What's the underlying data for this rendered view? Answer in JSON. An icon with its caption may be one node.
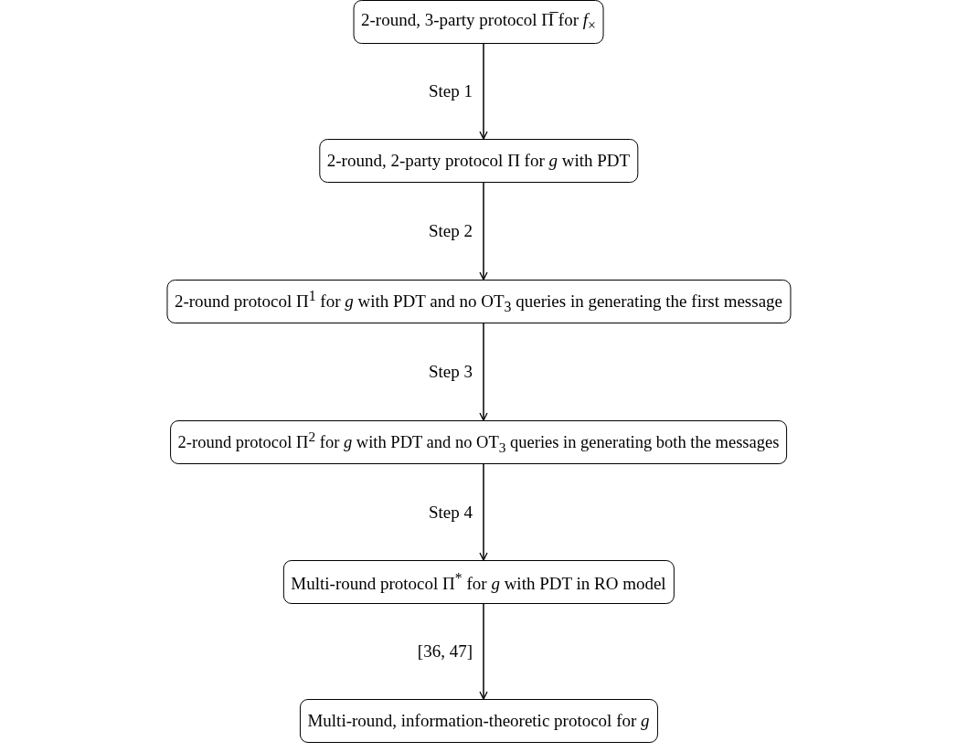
{
  "diagram": {
    "nodes": [
      {
        "text": [
          "2-round, 3-party protocol Π̅ for *f*$_{×}$"
        ]
      },
      {
        "text": [
          "2-round, 2-party protocol Π for *g* with PDT"
        ]
      },
      {
        "text": [
          "2-round protocol Π$^{1}$ for *g* with PDT and no OT$_{3}$ queries in generating the first message"
        ]
      },
      {
        "text": [
          "2-round protocol Π$^{2}$ for *g* with PDT and no OT$_{3}$ queries in generating both the messages"
        ]
      },
      {
        "text": [
          "Multi-round protocol Π$^{*}$ for *g* with PDT in RO model"
        ]
      },
      {
        "text": [
          "Multi-round, information-theoretic protocol for *g*"
        ]
      }
    ],
    "edges": [
      {
        "from": 0,
        "to": 1,
        "arrow": "to",
        "label": "Step 1"
      },
      {
        "from": 1,
        "to": 2,
        "arrow": "to",
        "label": "Step 2"
      },
      {
        "from": 2,
        "to": 3,
        "arrow": "to",
        "label": "Step 3"
      },
      {
        "from": 3,
        "to": 4,
        "arrow": "to",
        "label": "Step 4"
      },
      {
        "from": 4,
        "to": 5,
        "arrow": "to",
        "label": "[36, 47]"
      }
    ]
  }
}
